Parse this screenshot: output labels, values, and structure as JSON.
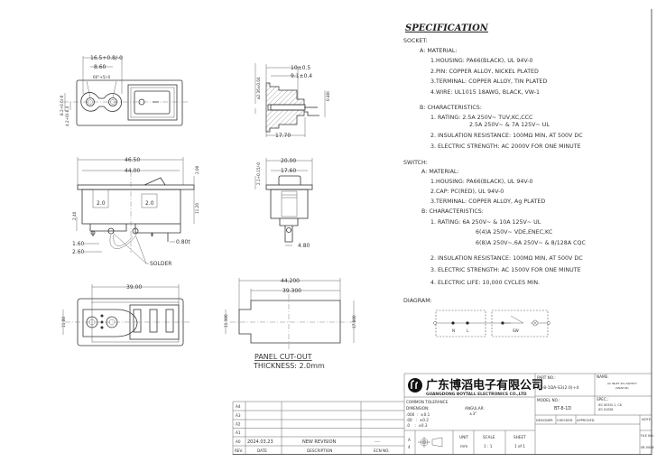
{
  "specification": {
    "title": "SPECIFICATION",
    "socket": {
      "heading": "SOCKET:",
      "material_heading": "A:  MATERIAL:",
      "material": [
        "1.HOUSING:  PA66(BLACK),  UL  94V-0",
        "2.PIN:  COPPER  ALLOY,  NICKEL  PLATED",
        "3.TERMINAL:  COPPER  ALLOY,  TIN  PLATED",
        "4.WIRE:  UL1015  18AWG,  BLACK,  VW-1"
      ],
      "char_heading": "B:  CHARACTERISTICS:",
      "characteristics": [
        "1.  RATING:  2.5A  250V~  TUV,KC,CCC",
        "2.5A  250V~  &  7A  125V~  UL",
        "2.  INSULATION  RESISTANCE:  100MΩ  MIN,  AT  500V  DC",
        "3.  ELECTRIC  STRENGTH:  AC  2000V  FOR  ONE  MINUTE"
      ]
    },
    "switch": {
      "heading": "SWITCH:",
      "material_heading": "A:  MATERIAL:",
      "material": [
        "1.HOUSING:  PA66(BLACK),  UL  94V-0",
        "2.CAP:  PC(RED),  UL  94V-0",
        "3.TERMINAL:  COPPER  ALLOY,  Ag  PLATED"
      ],
      "char_heading": "B:  CHARACTERISTICS:",
      "characteristics": [
        "1.  RATING:  6A  250V~  &  10A  125V~  UL",
        "6(4)A  250V~  VDE,ENEC,KC",
        "6(8)A  250V~,6A  250V~  &  8/128A  CQC",
        "2.  INSULATION  RESISTANCE:  100MΩ  MIN,  AT  500V  DC",
        "3.  ELECTRIC  STRENGTH:  AC  1500V  FOR  ONE  MINUTE",
        "4.  ELECTRIC  LIFE:  10,000  CYCLES  MIN."
      ]
    },
    "diagram": {
      "heading": "DIAGRAM:",
      "labels": [
        "N",
        "L",
        "SW"
      ]
    }
  },
  "drawing": {
    "top_view": {
      "dims": [
        "16.5+0.8/-0",
        "8.60",
        "60°+5/-0",
        "8.2+0.6/-0",
        "4.2+0/-0.4"
      ]
    },
    "side_view": {
      "dims": [
        "10±0.5",
        "9.1±0.4",
        "ø2.36±0.04",
        "0.80t",
        "17.70"
      ]
    },
    "front_view": {
      "dims": [
        "46.50",
        "44.00",
        "2.00",
        "11.20",
        "2.40",
        "1.60",
        "2.60",
        "0.80t",
        "2.0",
        "2.0"
      ],
      "solder_label": "SOLDER"
    },
    "end_view": {
      "dims": [
        "20.00",
        "17.60",
        "2.1+0.15/-0",
        "4.80"
      ]
    },
    "bottom_view": {
      "dims": [
        "39.00",
        "11.00"
      ]
    },
    "panel_cutout": {
      "dims": [
        "44.200",
        "39.300",
        "11.300",
        "17.800"
      ],
      "label": "PANEL  CUT-OUT",
      "thickness": "THICKNESS: 2.0mm"
    }
  },
  "title_block": {
    "company_cn": "广东博滔电子有限公司",
    "company_en": "GUANGDONG BOYTALL ELECTRONICS CO.,LTD",
    "tolerance": {
      "heading": "COMMON  TOLERANCE",
      "dimension": "DIMENSION:",
      "angular": "ANGULAR:",
      "angular_value": "±3°",
      "rows": [
        ".000  :  ±0.1",
        ".00   :  ±0.2",
        ".0    :  ±0.3"
      ]
    },
    "size": "A\n4",
    "size_a": "A",
    "size_4": "4",
    "unit_label": "UNIT",
    "unit_value": "mm",
    "scale_label": "SCALE",
    "scale_value": "1 : 1",
    "sheet_label": "SHEET",
    "sheet_value": "1 of 1",
    "part_no_label": "PART  NO.:",
    "part_no": "BT-8-1DA-S3(2.0)+4",
    "model_no_label": "MODEL  NO.:",
    "model_no": "BT-8-1D",
    "name_label": "NAME:",
    "name_line1": "AC INLET 2P+SWITCH",
    "name_line2": "(SNAP-IN)",
    "spec_label": "SPEC.:",
    "spec_line1": "IEC 60320-1, C8",
    "spec_line2": "IEC 61058",
    "designer": "DESIGNER",
    "checked": "CHECKED",
    "approved": "APPROVED",
    "note_label": "NOTE:",
    "file_no_label": "FILE  NO.:",
    "file_no": "SB-00XX"
  },
  "revision_table": {
    "rows": [
      {
        "rev": "A4",
        "date": "",
        "description": "",
        "ecn": ""
      },
      {
        "rev": "A3",
        "date": "",
        "description": "",
        "ecn": ""
      },
      {
        "rev": "A2",
        "date": "",
        "description": "",
        "ecn": ""
      },
      {
        "rev": "A1",
        "date": "",
        "description": "",
        "ecn": ""
      },
      {
        "rev": "A0",
        "date": "2024.03.23",
        "description": "NEW  REVISION",
        "ecn": "----"
      }
    ],
    "headers": {
      "rev": "REV.",
      "date": "DATE",
      "description": "DESCRIPTION",
      "ecn": "ECN  NO."
    }
  }
}
